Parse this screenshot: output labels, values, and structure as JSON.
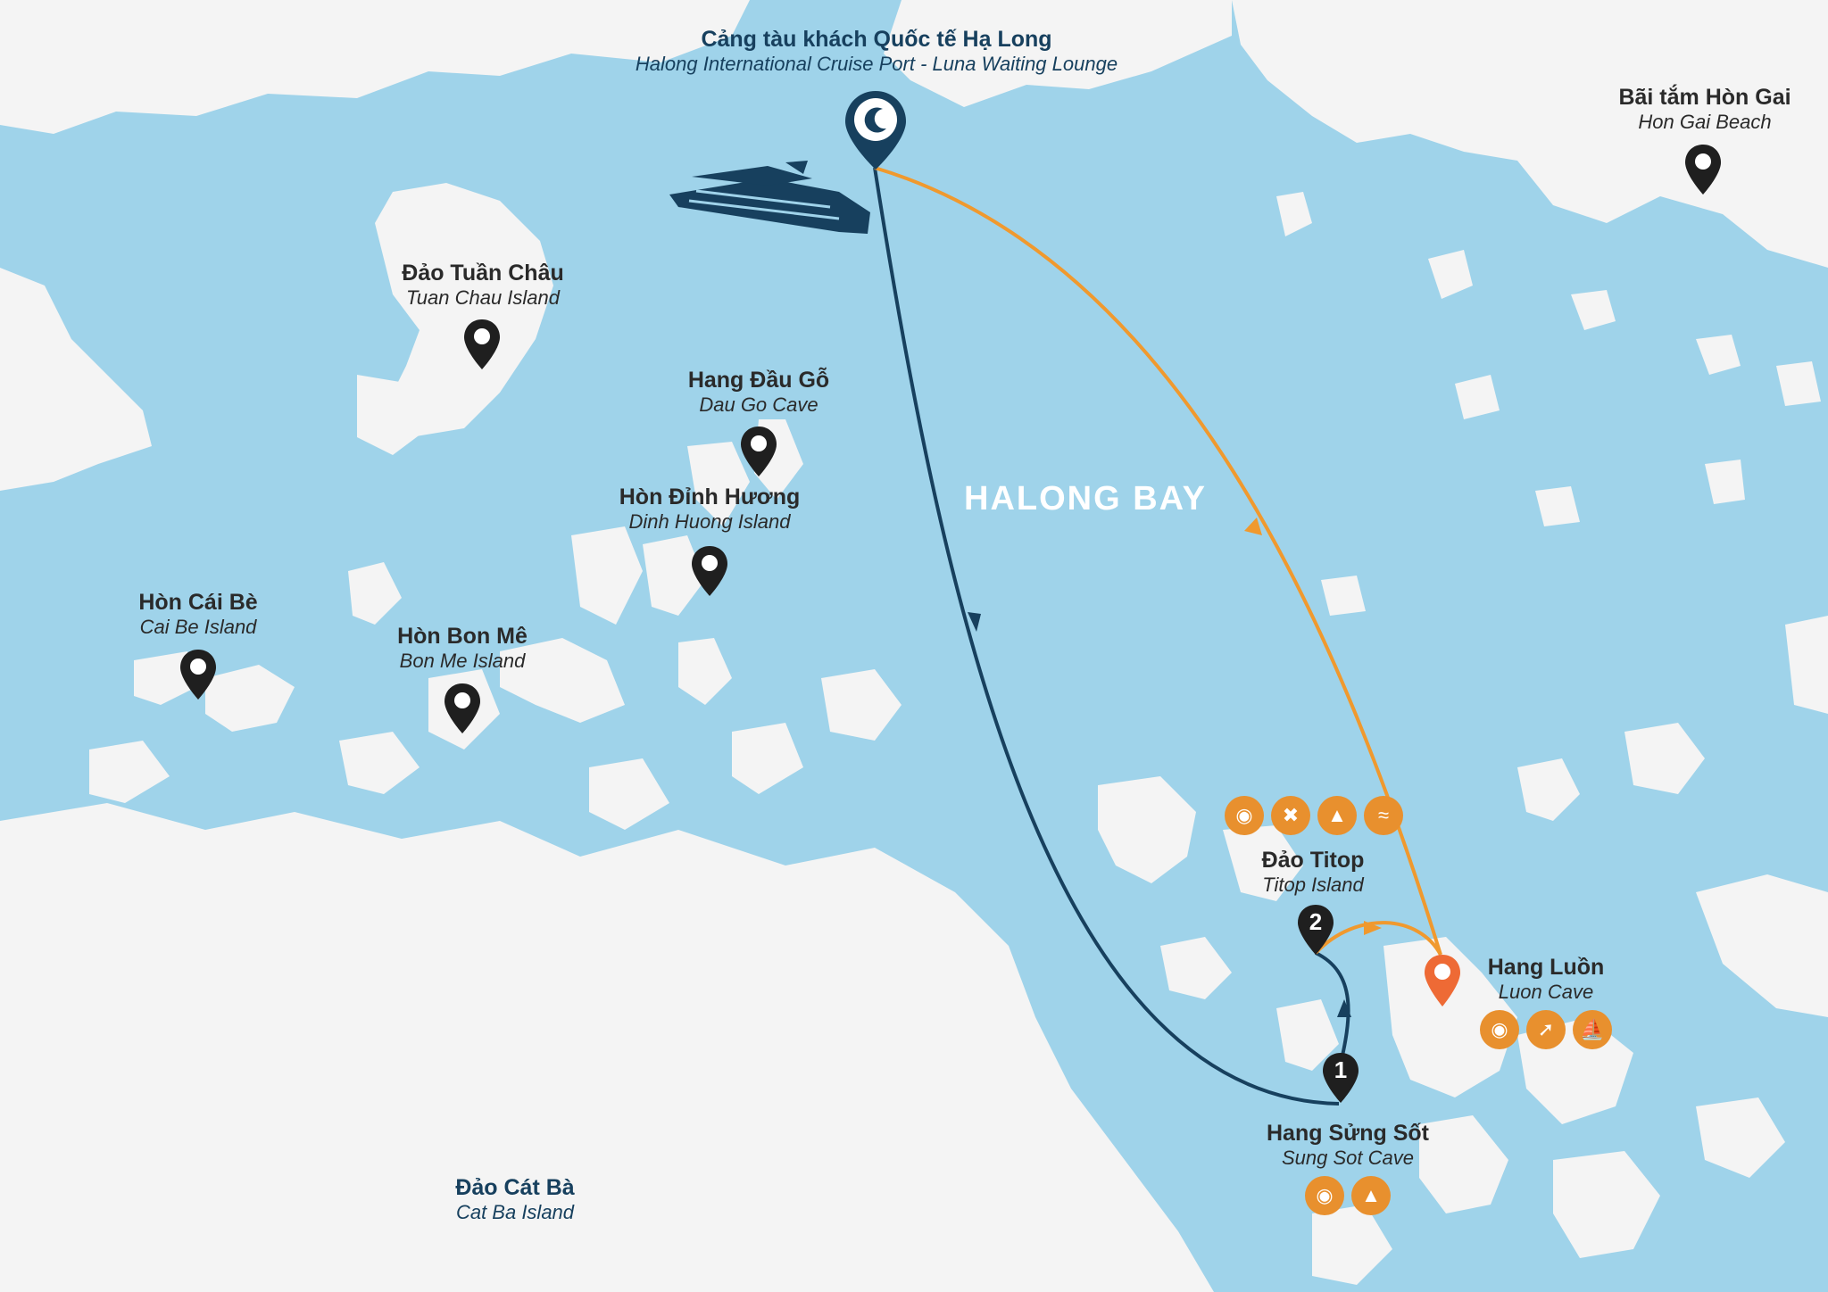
{
  "port": {
    "vn": "Cảng tàu khách Quốc tế Hạ Long",
    "en": "Halong International Cruise Port - Luna Waiting Lounge",
    "icon": "port-logo-icon"
  },
  "bay_label": "HALONG BAY",
  "places": {
    "hongai": {
      "vn": "Bãi tắm Hòn Gai",
      "en": "Hon Gai Beach"
    },
    "tuanchau": {
      "vn": "Đảo Tuần Châu",
      "en": "Tuan Chau Island"
    },
    "daugo": {
      "vn": "Hang Đầu Gỗ",
      "en": "Dau Go Cave"
    },
    "dinhhuong": {
      "vn": "Hòn Đỉnh Hương",
      "en": "Dinh Huong Island"
    },
    "caibe": {
      "vn": "Hòn Cái Bè",
      "en": "Cai Be Island"
    },
    "bonme": {
      "vn": "Hòn Bon Mê",
      "en": "Bon Me Island"
    },
    "titop": {
      "vn": "Đảo Titop",
      "en": "Titop Island",
      "stop": "2"
    },
    "luon": {
      "vn": "Hang Luồn",
      "en": "Luon Cave"
    },
    "sungsot": {
      "vn": "Hang Sửng Sốt",
      "en": "Sung Sot Cave",
      "stop": "1"
    },
    "catba": {
      "vn": "Đảo Cát Bà",
      "en": "Cat Ba Island"
    }
  },
  "activity_icons": {
    "titop": [
      "camera-icon",
      "dining-icon",
      "hiking-icon",
      "swimming-icon"
    ],
    "luon": [
      "camera-icon",
      "kayak-icon",
      "bamboo-boat-icon"
    ],
    "sungsot": [
      "camera-icon",
      "hiking-icon"
    ]
  },
  "colors": {
    "water": "#9fd3ea",
    "land": "#f4f4f4",
    "outbound_route": "#17405e",
    "return_route": "#f0992e",
    "highlight_pin": "#ee6a35",
    "icon_bg": "#e8902e",
    "pin": "#1f1f1f"
  }
}
